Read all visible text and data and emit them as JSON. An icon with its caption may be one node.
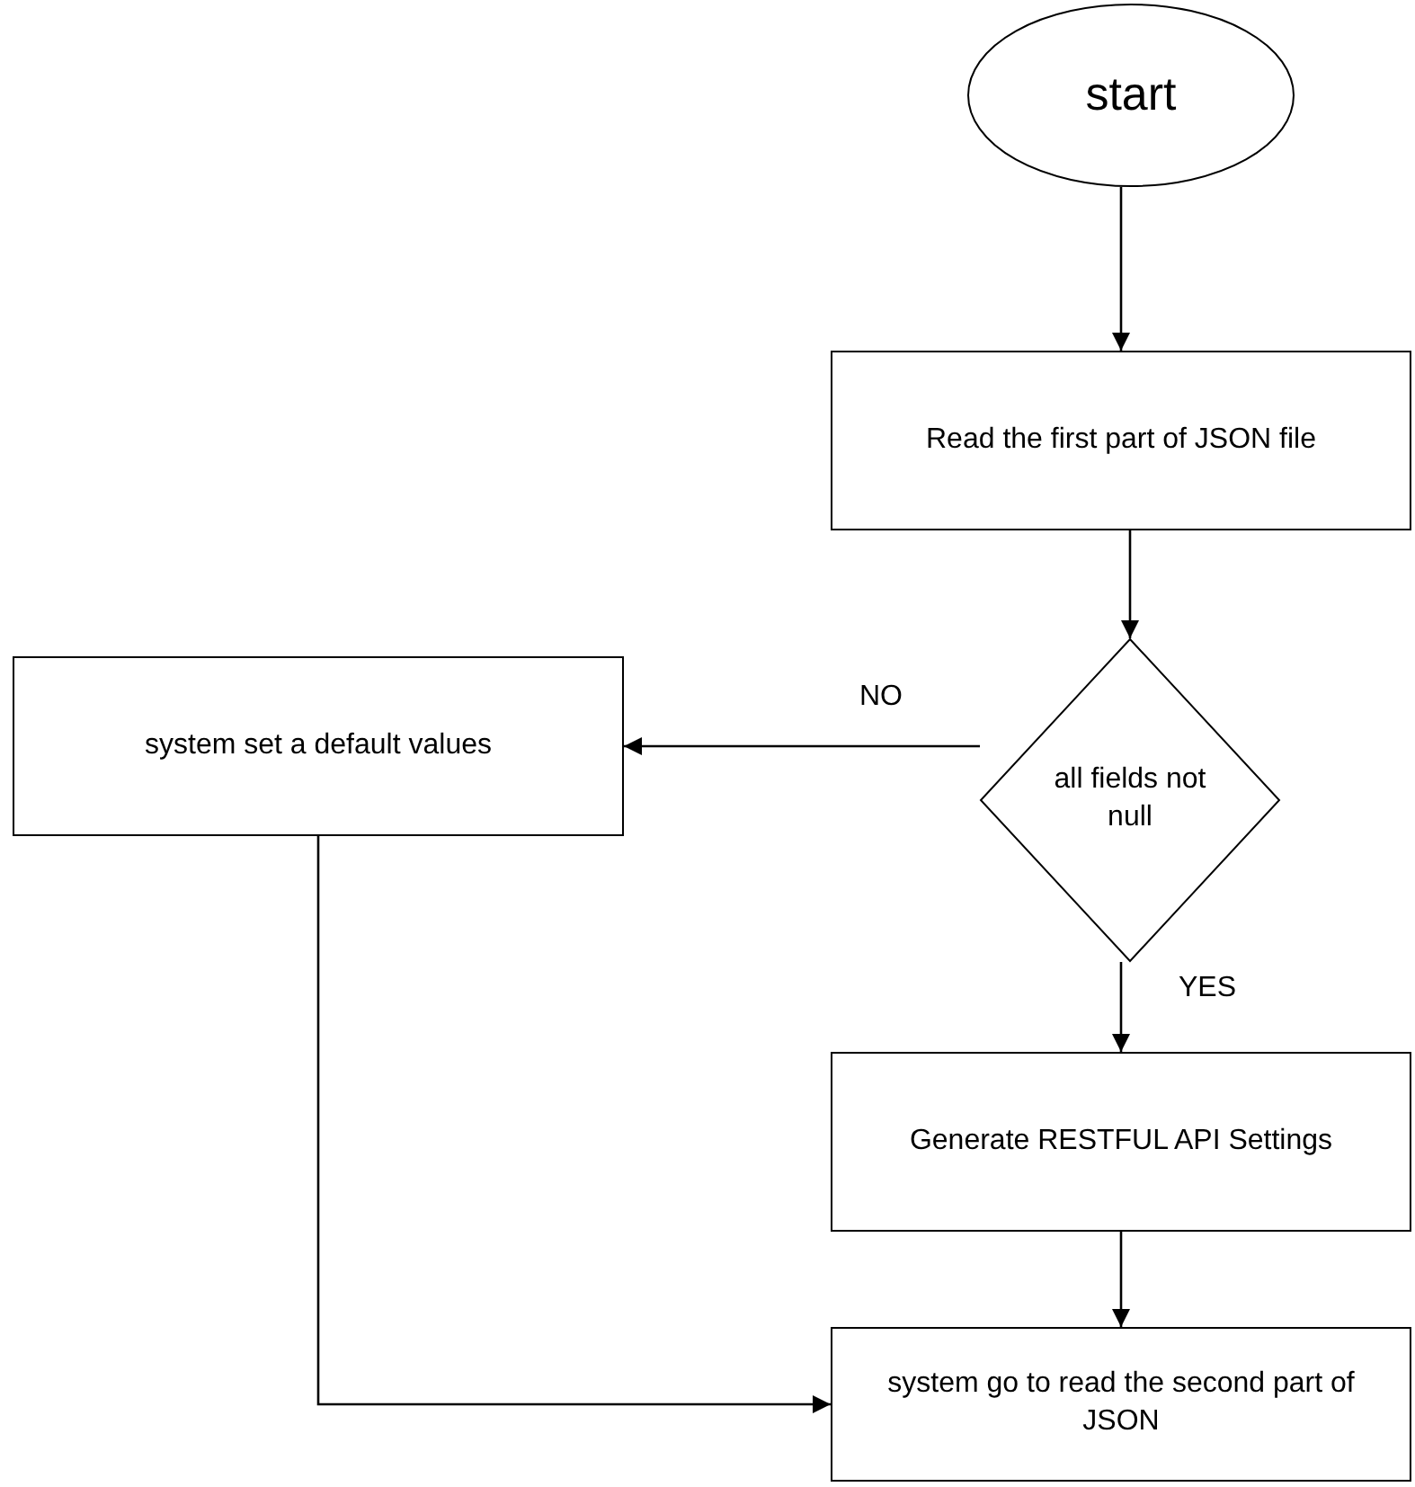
{
  "diagram": {
    "nodes": [
      {
        "text": [
          "start"
        ]
      },
      {
        "text": [
          "Read the first part of JSON file"
        ]
      },
      {
        "text": [
          "all fields not null"
        ]
      },
      {
        "text": [
          "system set a default values"
        ]
      },
      {
        "text": [
          "Generate RESTFUL API Settings"
        ]
      },
      {
        "text": [
          "system go to read the second part of JSON"
        ]
      }
    ],
    "edges": [
      {
        "from": 0,
        "to": 1,
        "arrow": "to"
      },
      {
        "from": 1,
        "to": 2,
        "arrow": "to"
      },
      {
        "from": 2,
        "to": 3,
        "arrow": "to",
        "label": "NO"
      },
      {
        "from": 2,
        "to": 4,
        "arrow": "to",
        "label": "YES"
      },
      {
        "from": 4,
        "to": 5,
        "arrow": "to"
      },
      {
        "from": 3,
        "to": 5,
        "arrow": "to"
      }
    ]
  }
}
